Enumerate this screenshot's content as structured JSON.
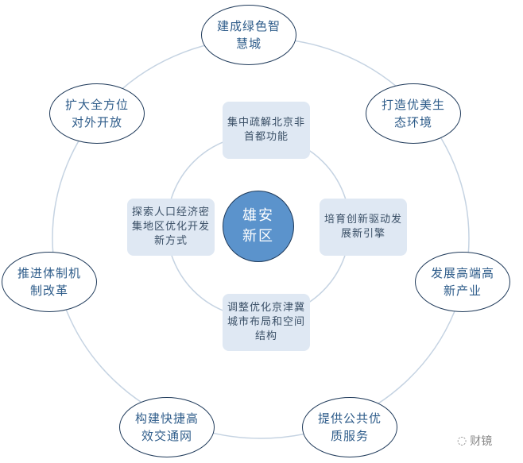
{
  "center": "雄安新区",
  "inner_boxes": [
    "集中疏解北京非首都功能",
    "培育创新驱动发展新引擎",
    "调整优化京津冀城市布局和空间结构",
    "探索人口经济密集地区优化开发新方式"
  ],
  "outer_ellipses": [
    "建成绿色智慧城",
    "打造优美生态环境",
    "发展高端高新产业",
    "提供公共优质服务",
    "构建快捷高效交通网",
    "推进体制机制改革",
    "扩大全方位对外开放"
  ],
  "watermark": "财镜",
  "colors": {
    "center_fill": "#5b93cc",
    "box_fill": "#dfe8f3",
    "outline": "#1f3a5a",
    "text": "#2e5c8a"
  }
}
